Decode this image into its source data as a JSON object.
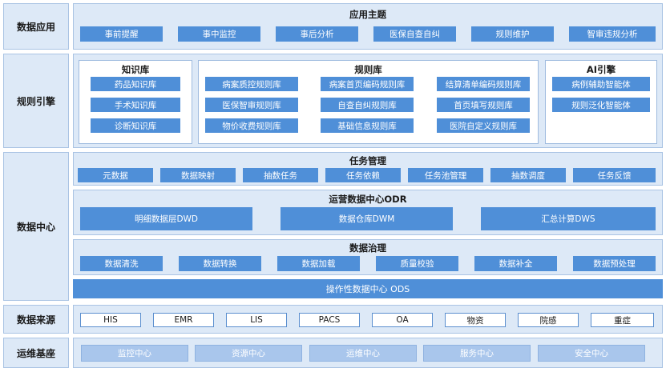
{
  "rows": {
    "app": "数据应用",
    "rule": "规则引擎",
    "center": "数据中心",
    "source": "数据来源",
    "ops": "运维基座"
  },
  "app": {
    "title": "应用主题",
    "items": [
      "事前提醒",
      "事中监控",
      "事后分析",
      "医保自查自纠",
      "规则维护",
      "智审违规分析"
    ]
  },
  "knowledge": {
    "title": "知识库",
    "items": [
      "药品知识库",
      "手术知识库",
      "诊断知识库"
    ]
  },
  "rules": {
    "title": "规则库",
    "col1": [
      "病案质控规则库",
      "医保智审规则库",
      "物价收费规则库"
    ],
    "col2": [
      "病案首页编码规则库",
      "自查自纠规则库",
      "基础信息规则库"
    ],
    "col3": [
      "结算清单编码规则库",
      "首页填写规则库",
      "医院自定义规则库"
    ]
  },
  "ai": {
    "title": "AI引擎",
    "items": [
      "病例辅助智能体",
      "规则泛化智能体"
    ]
  },
  "task": {
    "title": "任务管理",
    "items": [
      "元数据",
      "数据映射",
      "抽数任务",
      "任务依赖",
      "任务池管理",
      "抽数调度",
      "任务反馈"
    ]
  },
  "odr": {
    "title": "运营数据中心ODR",
    "items": [
      "明细数据层DWD",
      "数据仓库DWM",
      "汇总计算DWS"
    ]
  },
  "gov": {
    "title": "数据治理",
    "items": [
      "数据清洗",
      "数据转换",
      "数据加载",
      "质量校验",
      "数据补全",
      "数据预处理"
    ]
  },
  "ods": "操作性数据中心 ODS",
  "sources": [
    "HIS",
    "EMR",
    "LIS",
    "PACS",
    "OA",
    "物资",
    "院感",
    "重症"
  ],
  "ops": [
    "监控中心",
    "资源中心",
    "运维中心",
    "服务中心",
    "安全中心"
  ],
  "colors": {
    "panel_bg": "#dde9f7",
    "panel_border": "#a9c3e3",
    "accent_blue": "#4f8fd8",
    "light_blue": "#a9c6ec"
  }
}
